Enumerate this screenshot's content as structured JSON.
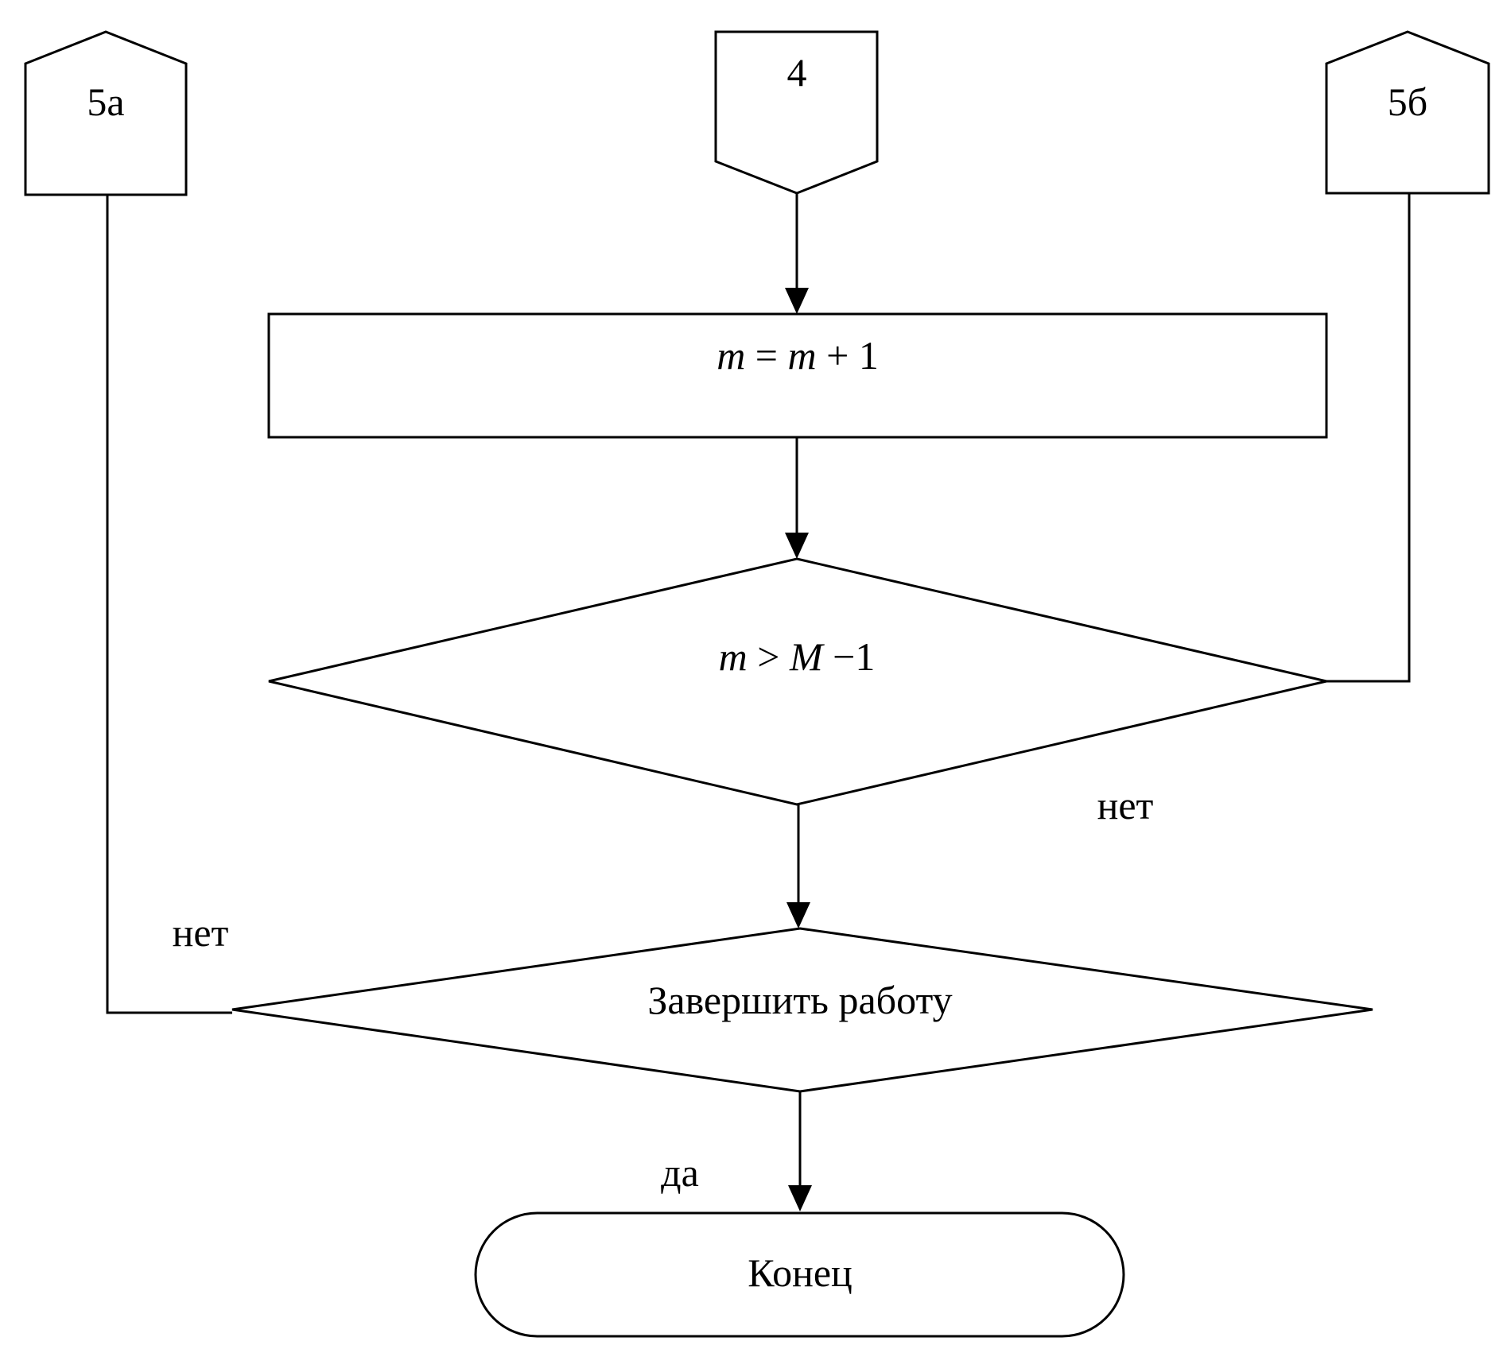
{
  "connectors": {
    "left": "5а",
    "top": "4",
    "right": "5б"
  },
  "process": {
    "var1": "m",
    "op1": "=",
    "var2": "m",
    "op2": "+",
    "num": "1"
  },
  "condition1": {
    "var1": "m",
    "op1": ">",
    "var2": "M",
    "op2": "−",
    "num": "1"
  },
  "condition2": {
    "text": "Завершить работу"
  },
  "branches": {
    "no_1": "нет",
    "no_2": "нет",
    "yes": "да"
  },
  "terminal": {
    "text": "Конец"
  }
}
